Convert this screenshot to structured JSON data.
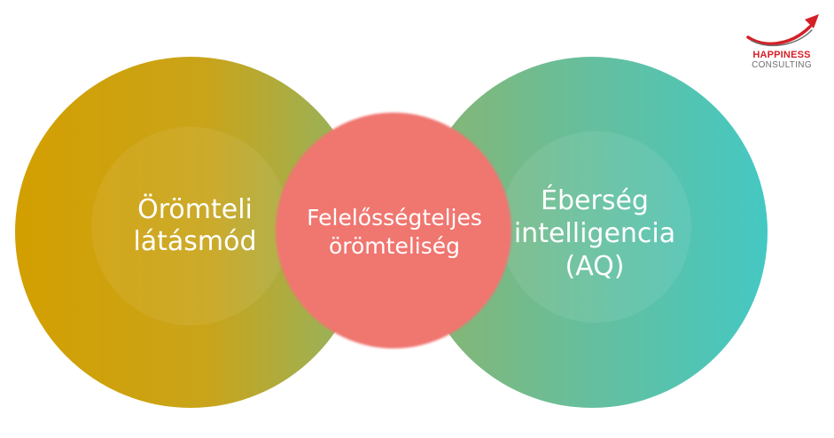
{
  "diagram": {
    "left_circle": {
      "lines": [
        "Örömteli",
        "látásmód"
      ],
      "color_start": "#d4a100",
      "color_end": "#a9ac4a"
    },
    "center_circle": {
      "lines": [
        "Felelősségteljes",
        "örömteliség"
      ],
      "color": "#f07670"
    },
    "right_circle": {
      "lines": [
        "Éberség",
        "intelligencia",
        "(AQ)"
      ],
      "color_start": "#7fb97e",
      "color_end": "#4ec8c0"
    }
  },
  "logo": {
    "line1": "HAPPINESS",
    "line2": "CONSULTING",
    "colors": {
      "red": "#d42027",
      "gray": "#6d6e71"
    }
  }
}
